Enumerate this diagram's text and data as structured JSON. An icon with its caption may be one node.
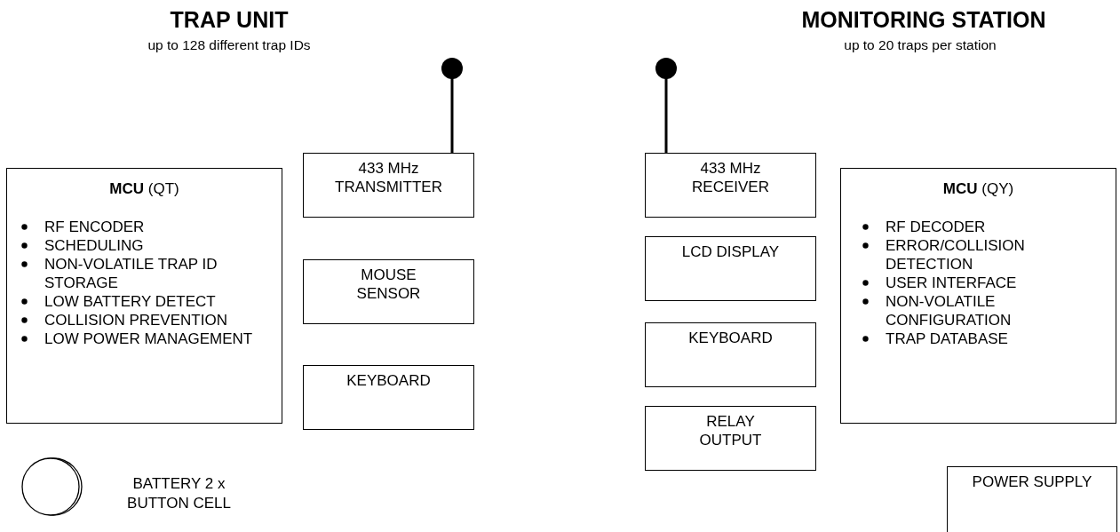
{
  "diagram": {
    "nodes": [
      {
        "text": [
          "**MCU** (QT)",
          "RF ENCODER",
          "SCHEDULING",
          "NON-VOLATILE TRAP ID STORAGE",
          "LOW BATTERY DETECT",
          "COLLISION PREVENTION",
          "LOW POWER MANAGEMENT"
        ]
      },
      {
        "text": [
          "433 MHz TRANSMITTER"
        ]
      },
      {
        "text": [
          "MOUSE SENSOR"
        ]
      },
      {
        "text": [
          "KEYBOARD"
        ]
      },
      {
        "text": [],
        "shape": "circle",
        "beside": [
          "BATTERY 2 x BUTTON CELL"
        ]
      },
      {
        "text": [
          "433 MHz RECEIVER"
        ]
      },
      {
        "text": [
          "LCD DISPLAY"
        ]
      },
      {
        "text": [
          "KEYBOARD"
        ]
      },
      {
        "text": [
          "RELAY OUTPUT"
        ]
      },
      {
        "text": [
          "**MCU** (QY)",
          "RF DECODER",
          "ERROR/COLLISION DETECTION",
          "USER INTERFACE",
          "NON-VOLATILE CONFIGURATION",
          "TRAP DATABASE"
        ]
      },
      {
        "text": [
          "POWER SUPPLY"
        ]
      }
    ],
    "labels": [
      "TRAP UNIT",
      "up to 128 different trap IDs",
      "MONITORING STATION",
      "up to 20 traps per station"
    ]
  }
}
